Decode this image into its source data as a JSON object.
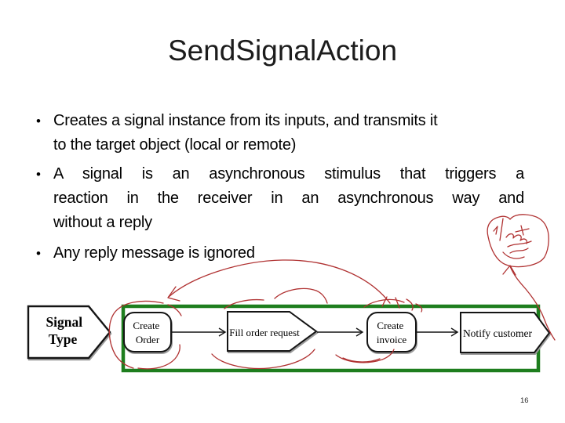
{
  "slide": {
    "title": "SendSignalAction",
    "page_number": "16",
    "bullets": [
      {
        "lines": [
          "Creates a signal instance from its inputs, and transmits it",
          "to the target object (local or remote)"
        ]
      },
      {
        "lines": [
          "A signal is an asynchronous stimulus that triggers a",
          "reaction in the receiver in an asynchronous way and",
          "without a reply"
        ]
      },
      {
        "lines": [
          "Any reply message is ignored"
        ]
      }
    ]
  },
  "diagram": {
    "highlight_box_color": "#1e7e1e",
    "annotation_color": "#b03232",
    "nodes": [
      {
        "id": "signal-type",
        "shape": "signal-pentagon",
        "label": "Signal Type",
        "lines": [
          "Signal",
          "Type"
        ]
      },
      {
        "id": "create-order",
        "shape": "rounded-action",
        "label": "Create Order",
        "lines": [
          "Create",
          "Order"
        ]
      },
      {
        "id": "fill-order-request",
        "shape": "signal-pentagon",
        "label": "Fill order request",
        "lines": [
          "Fill order request"
        ]
      },
      {
        "id": "create-invoice",
        "shape": "rounded-action",
        "label": "Create invoice",
        "lines": [
          "Create",
          "invoice"
        ]
      },
      {
        "id": "notify-customer",
        "shape": "signal-pentagon",
        "label": "Notify customer",
        "lines": [
          "Notify customer"
        ]
      }
    ],
    "flow": "Create Order -> Fill order request -> Create invoice -> Notify customer",
    "annotations": [
      "hand-drawn scribble blob",
      "arrow pointing up at scribble",
      "long arc arrow from Create invoice to Create Order",
      "arc over Fill order request",
      "circle around Create Order",
      "circle around Fill order request",
      "circle around Create invoice"
    ]
  }
}
